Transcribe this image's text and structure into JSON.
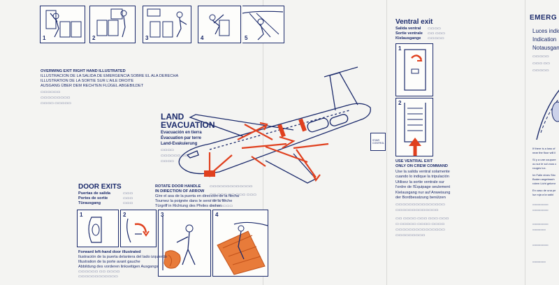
{
  "overwing": {
    "lines": [
      "OVERWING EXIT RIGHT HAND ILLUSTRATED",
      "ILLUSTRACION DE LA SALIDA DE EMERGENCIA SOBRE EL ALA DERECHA",
      "ILLUSTRATION DE LA SORTIE SUR L'AILE DROITE",
      "AUSGANG ÜBER DEM RECHTEN FLÜGEL ABGEBILDET"
    ],
    "steps": [
      "1",
      "2",
      "3",
      "4",
      "5"
    ]
  },
  "land": {
    "title_1": "LAND",
    "title_2": "EVACUATION",
    "lines": [
      "Evacuación en tierra",
      "Évacuation par terre",
      "Land-Evakuierung"
    ]
  },
  "cockpit_label": "STAIR CONTROL",
  "door": {
    "title": "DOOR EXITS",
    "lines": [
      "Puertas de salida",
      "Portes de sortie",
      "Türausgang"
    ],
    "rotate_1": "ROTATE DOOR HANDLE",
    "rotate_2": "IN DIRECTION OF ARROW",
    "rotate_lines": [
      "Gire el asa de la puerta en dirección de la flecha",
      "Tournez la poignée dans le sens de la flèche",
      "Türgriff in Richtung des Pfeiles drehen"
    ],
    "forward_title": "Forward left-hand door illustrated",
    "forward_lines": [
      "Ilustración de la puerta delantera del lado izquierdo",
      "Illustration de la porte avant gauche",
      "Abbildung des vorderen linkseitigen Ausgangs"
    ],
    "steps": [
      "1",
      "2",
      "3",
      "4"
    ]
  },
  "ventral": {
    "title": "Ventral exit",
    "lines": [
      "Salida ventral",
      "Sortie ventrale",
      "Kielausgange"
    ],
    "steps": [
      "1",
      "2"
    ],
    "use_1": "USE VENTRAL EXIT",
    "use_2": "ONLY ON CREW COMMAND",
    "use_lines": [
      "Use la salida ventral solamente",
      "cuando lo indique la tripulación",
      "Utilisez la sortie ventrale sur",
      "l'ordre de l'Équipage seulement",
      "Kielausgang nur auf Anweisung",
      "der Bordbesatzung benützen"
    ]
  },
  "emergency": {
    "title": "EMERG",
    "lines": [
      "Luces indic",
      "Indication",
      "Notausgan"
    ],
    "small_lines": [
      "If there is a loss of",
      "near the floor will il",
      "SI y a une coupure",
      "ou sur le sol vous c",
      "rouges lux.",
      "Im Falle eines Strc",
      "Boden angebrach",
      "rotem Licht gekenr",
      "En caso de una pe",
      "luz roja a la salid"
    ]
  }
}
